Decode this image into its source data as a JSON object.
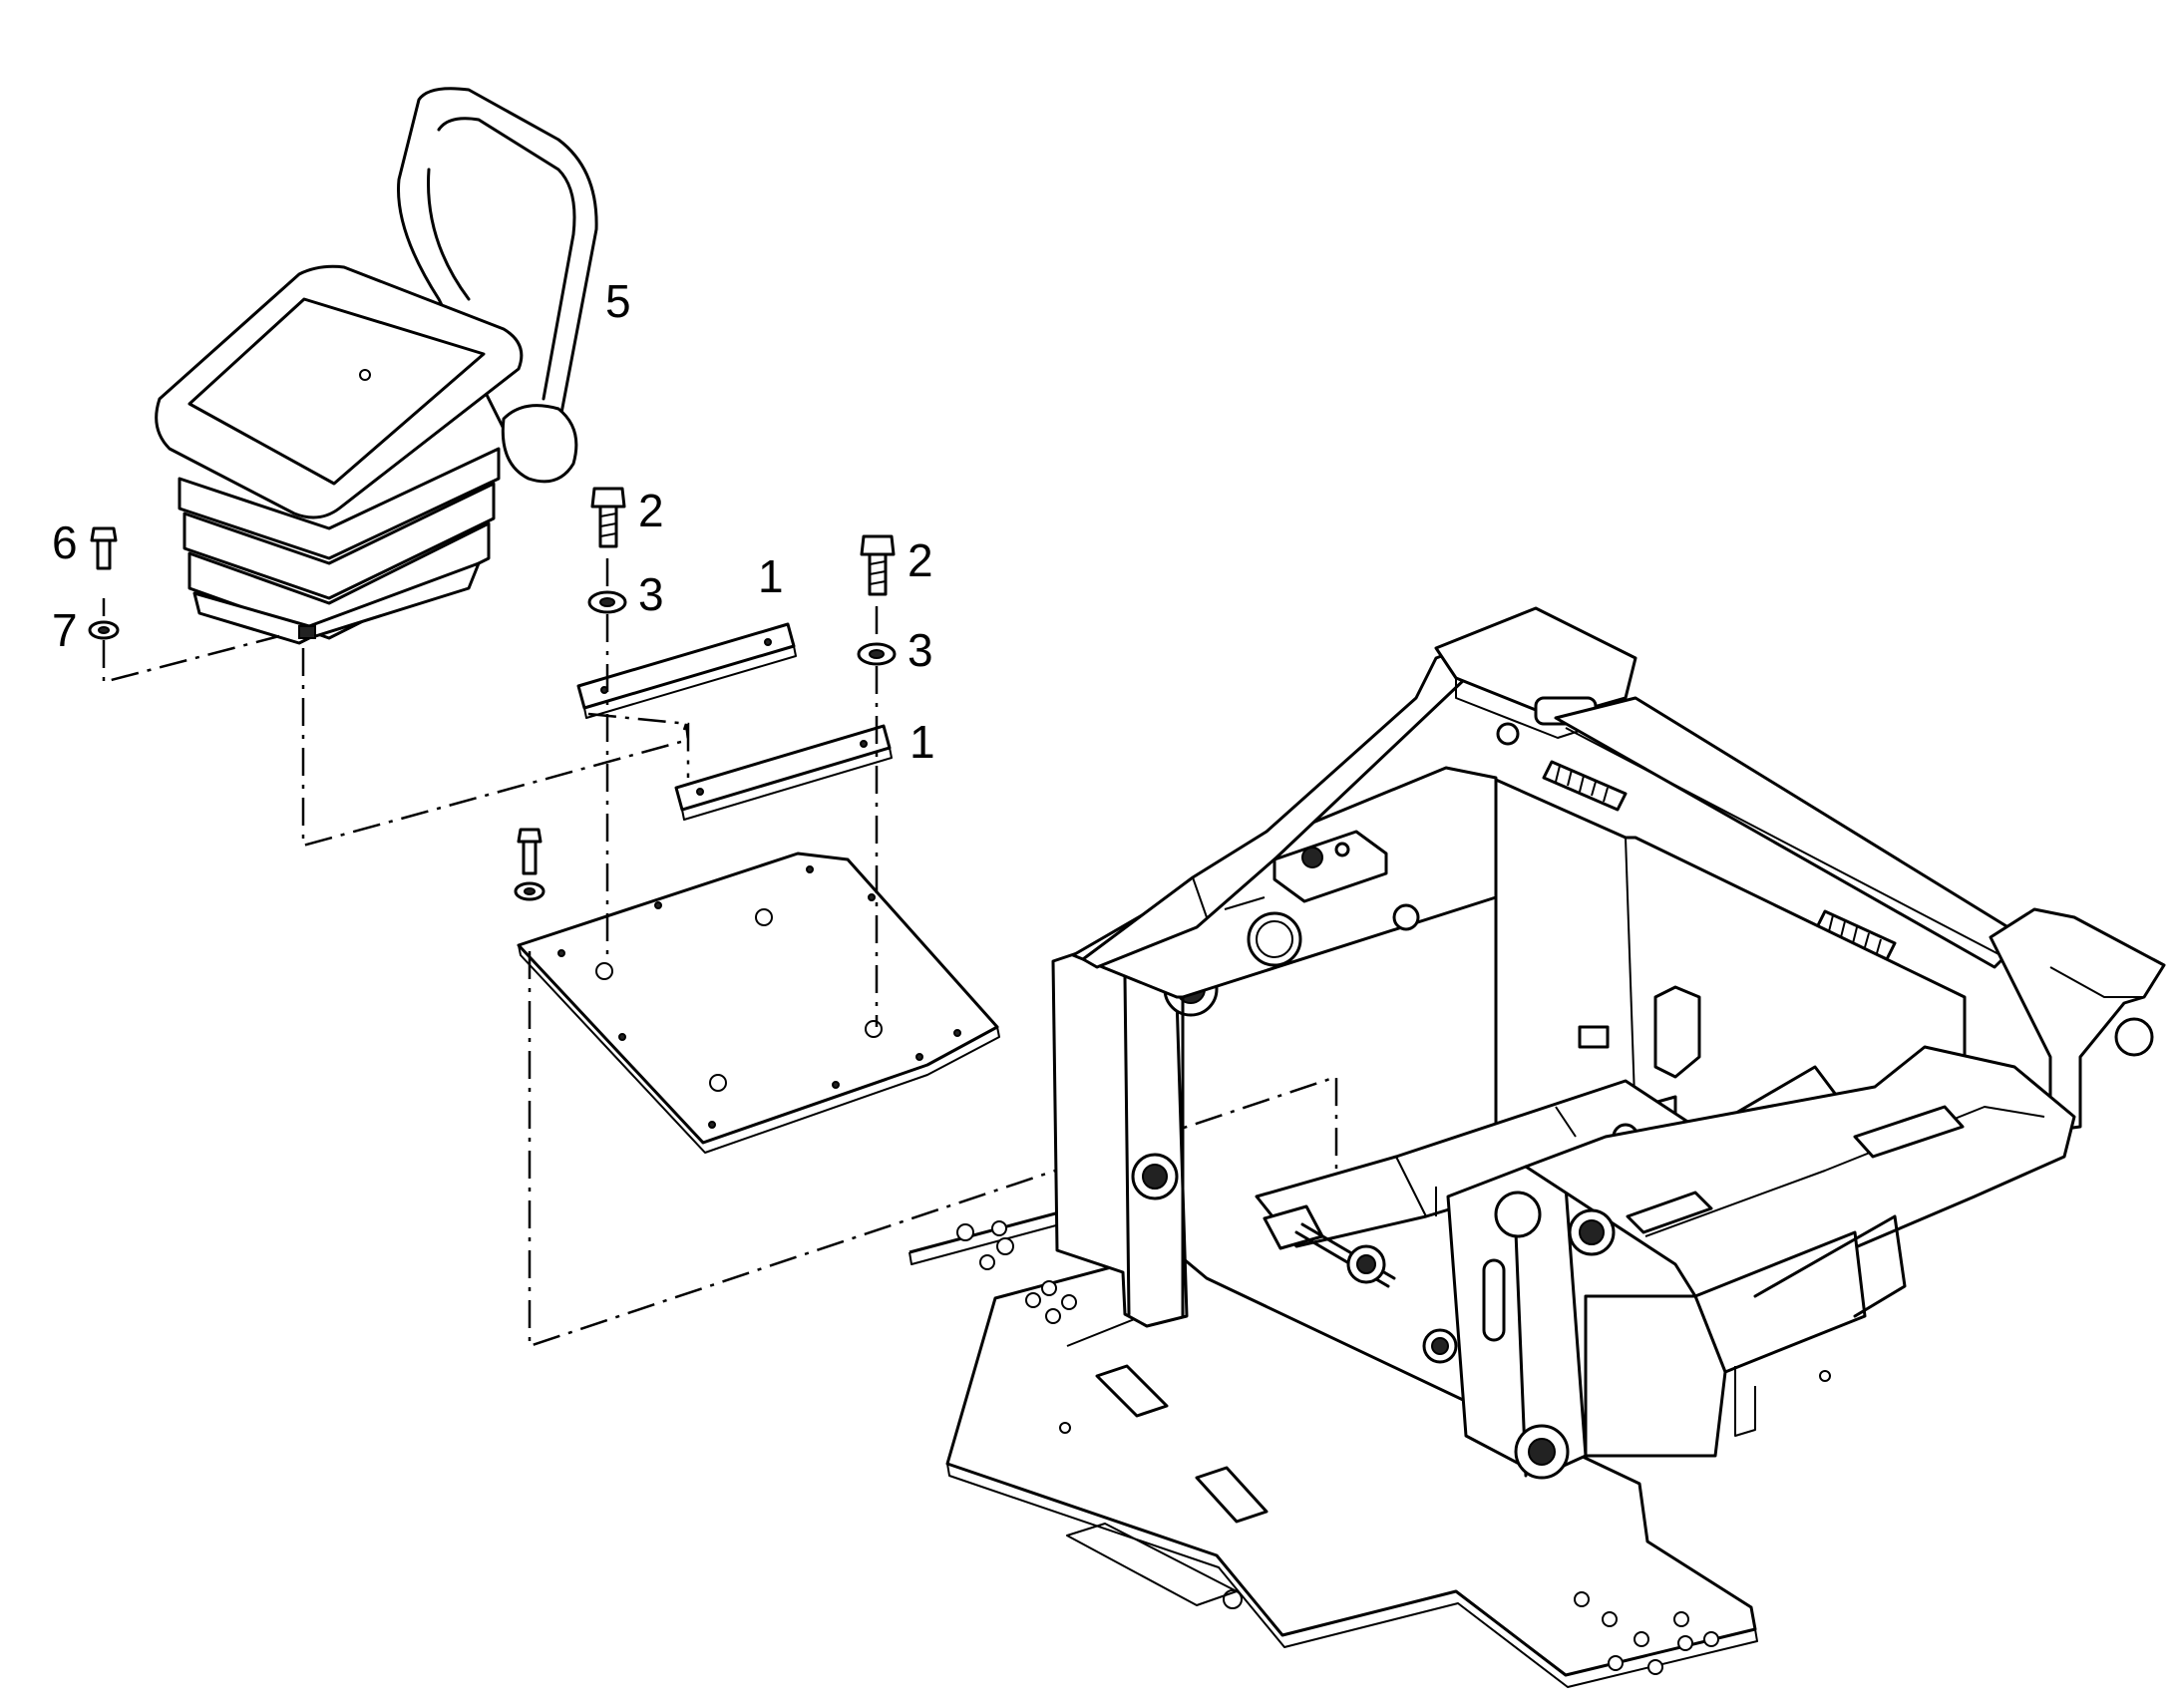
{
  "colors": {
    "line": "#000000",
    "background": "#ffffff"
  },
  "callouts": [
    {
      "id": "seat",
      "number": "5"
    },
    {
      "id": "bolt-6",
      "number": "6"
    },
    {
      "id": "washer-7",
      "number": "7"
    },
    {
      "id": "bolt-2a",
      "number": "2"
    },
    {
      "id": "washer-3a",
      "number": "3"
    },
    {
      "id": "bolt-2b",
      "number": "2"
    },
    {
      "id": "washer-3b",
      "number": "3"
    },
    {
      "id": "strip-1a",
      "number": "1"
    },
    {
      "id": "strip-1b",
      "number": "1"
    }
  ]
}
